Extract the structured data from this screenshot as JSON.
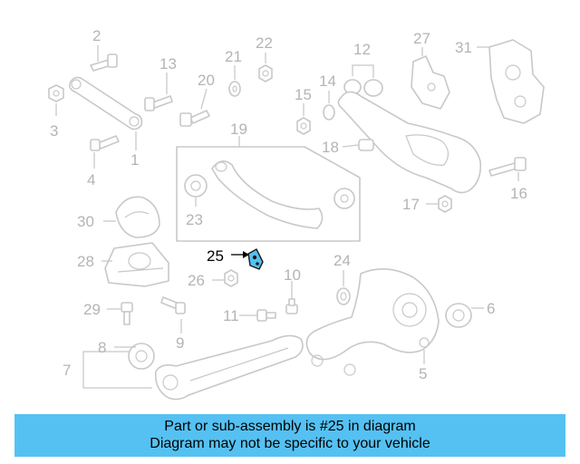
{
  "callouts": {
    "n1": "1",
    "n2": "2",
    "n3": "3",
    "n4": "4",
    "n5": "5",
    "n6": "6",
    "n7": "7",
    "n8": "8",
    "n9": "9",
    "n10": "10",
    "n11": "11",
    "n12": "12",
    "n13": "13",
    "n14": "14",
    "n15": "15",
    "n16": "16",
    "n17": "17",
    "n18": "18",
    "n19": "19",
    "n20": "20",
    "n21": "21",
    "n22": "22",
    "n23": "23",
    "n24": "24",
    "n25": "25",
    "n26": "26",
    "n27": "27",
    "n28": "28",
    "n29": "29",
    "n30": "30",
    "n31": "31"
  },
  "highlight": {
    "part_number": "25",
    "color": "#55c1f2"
  },
  "banner": {
    "line1": "Part or sub-assembly is #25 in diagram",
    "line2": "Diagram may not be specific to your vehicle",
    "color": "#55c1f2"
  }
}
